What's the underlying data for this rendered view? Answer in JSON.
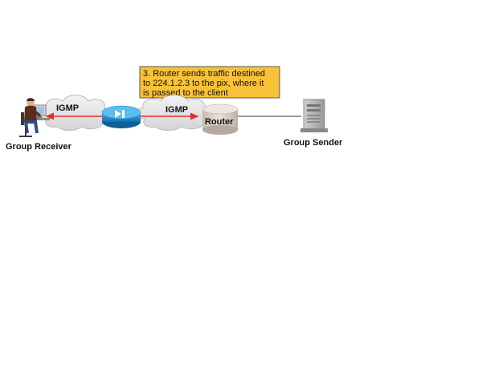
{
  "callout": {
    "lines": [
      "3. Router sends traffic destined",
      "to 224.1.2.3 to the pix, where it",
      "is passed to the client"
    ]
  },
  "clouds": {
    "left_label": "IGMP",
    "right_label": "IGMP"
  },
  "router_label": "Router",
  "receiver_label": "Group Receiver",
  "sender_label": "Group Sender",
  "colors": {
    "callout_fill": "#F8C238",
    "callout_border": "#555555",
    "arrow": "#E03030",
    "pix": "#1A8FD0",
    "cloud": "#E6E6E6",
    "router": "#D8CCC4"
  }
}
